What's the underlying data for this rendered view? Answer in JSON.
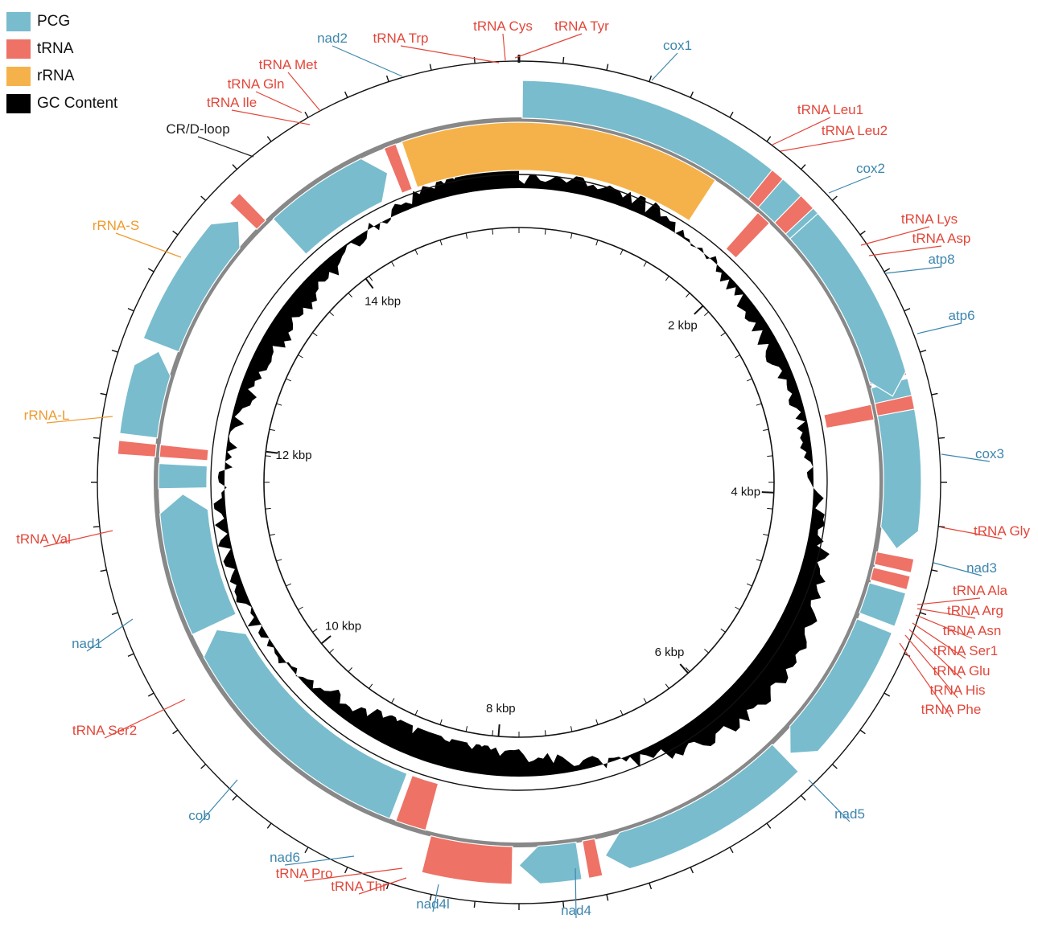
{
  "colors": {
    "PCG": "#79bccd",
    "PCG_label": "#3d86ad",
    "tRNA": "#ee7266",
    "tRNA_label": "#e2473a",
    "rRNA": "#f6b24a",
    "rRNA_label": "#ef9a2e",
    "GC": "#000000",
    "CR": "#222222"
  },
  "legend": [
    {
      "label": "PCG",
      "color": "#79bccd"
    },
    {
      "label": "tRNA",
      "color": "#ee7266"
    },
    {
      "label": "rRNA",
      "color": "#f6b24a"
    },
    {
      "label": "GC Content",
      "color": "#000000"
    }
  ],
  "genome_length_kbp": 15.6,
  "scale_labels": [
    "2 kbp",
    "4 kbp",
    "6 kbp",
    "8 kbp",
    "10 kbp",
    "12 kbp",
    "14 kbp"
  ],
  "genes": [
    {
      "name": "cox1",
      "type": "PCG",
      "strand": "+"
    },
    {
      "name": "tRNA Leu1",
      "type": "tRNA",
      "strand": "+"
    },
    {
      "name": "tRNA Leu2",
      "type": "tRNA",
      "strand": "+"
    },
    {
      "name": "cox2",
      "type": "PCG",
      "strand": "+"
    },
    {
      "name": "tRNA Lys",
      "type": "tRNA",
      "strand": "+"
    },
    {
      "name": "tRNA Asp",
      "type": "tRNA",
      "strand": "+"
    },
    {
      "name": "atp8",
      "type": "PCG",
      "strand": "+"
    },
    {
      "name": "atp6",
      "type": "PCG",
      "strand": "+"
    },
    {
      "name": "cox3",
      "type": "PCG",
      "strand": "+"
    },
    {
      "name": "tRNA Gly",
      "type": "tRNA",
      "strand": "+"
    },
    {
      "name": "nad3",
      "type": "PCG",
      "strand": "+"
    },
    {
      "name": "tRNA Ala",
      "type": "tRNA",
      "strand": "+"
    },
    {
      "name": "tRNA Arg",
      "type": "tRNA",
      "strand": "+"
    },
    {
      "name": "tRNA Asn",
      "type": "tRNA",
      "strand": "+"
    },
    {
      "name": "tRNA Ser1",
      "type": "tRNA",
      "strand": "+"
    },
    {
      "name": "tRNA Glu",
      "type": "tRNA",
      "strand": "+"
    },
    {
      "name": "tRNA His",
      "type": "tRNA",
      "strand": "-"
    },
    {
      "name": "tRNA Phe",
      "type": "tRNA",
      "strand": "-"
    },
    {
      "name": "nad5",
      "type": "PCG",
      "strand": "-"
    },
    {
      "name": "nad4",
      "type": "PCG",
      "strand": "-"
    },
    {
      "name": "nad4l",
      "type": "PCG",
      "strand": "-"
    },
    {
      "name": "tRNA Thr",
      "type": "tRNA",
      "strand": "+"
    },
    {
      "name": "tRNA Pro",
      "type": "tRNA",
      "strand": "-"
    },
    {
      "name": "nad6",
      "type": "PCG",
      "strand": "+"
    },
    {
      "name": "cob",
      "type": "PCG",
      "strand": "+"
    },
    {
      "name": "tRNA Ser2",
      "type": "tRNA",
      "strand": "+"
    },
    {
      "name": "nad1",
      "type": "PCG",
      "strand": "-"
    },
    {
      "name": "tRNA Val",
      "type": "tRNA",
      "strand": "-"
    },
    {
      "name": "rRNA-L",
      "type": "rRNA",
      "strand": "-"
    },
    {
      "name": "rRNA-S",
      "type": "rRNA",
      "strand": "-"
    },
    {
      "name": "CR/D-loop",
      "type": "CR",
      "strand": ""
    },
    {
      "name": "tRNA Ile",
      "type": "tRNA",
      "strand": "+"
    },
    {
      "name": "tRNA Gln",
      "type": "tRNA",
      "strand": "-"
    },
    {
      "name": "tRNA Met",
      "type": "tRNA",
      "strand": "+"
    },
    {
      "name": "nad2",
      "type": "PCG",
      "strand": "+"
    },
    {
      "name": "tRNA Trp",
      "type": "tRNA",
      "strand": "+"
    },
    {
      "name": "tRNA Cys",
      "type": "tRNA",
      "strand": "-"
    },
    {
      "name": "tRNA Tyr",
      "type": "tRNA",
      "strand": "-"
    }
  ]
}
